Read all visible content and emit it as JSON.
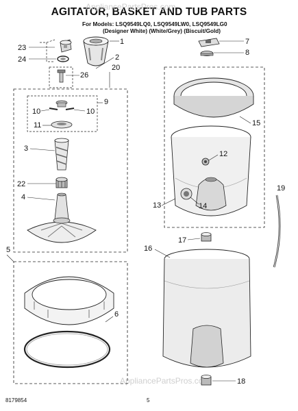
{
  "header": {
    "title": "AGITATOR, BASKET AND TUB PARTS",
    "models_line": "For Models: LSQ9549LQ0, LSQ9549LW0, LSQ9549LG0",
    "colors_line": "(Designer White)   (White/Grey)   (Biscuit/Gold)"
  },
  "footer": {
    "document_number": "8179854",
    "page_number": "5"
  },
  "watermark": "AppliancePartsPros.com",
  "callouts": {
    "c1": "1",
    "c2": "2",
    "c3": "3",
    "c4": "4",
    "c5": "5",
    "c6": "6",
    "c7": "7",
    "c8": "8",
    "c9": "9",
    "c10a": "10",
    "c10b": "10",
    "c11": "11",
    "c12": "12",
    "c13": "13",
    "c14": "14",
    "c15": "15",
    "c16": "16",
    "c17": "17",
    "c18": "18",
    "c19": "19",
    "c20": "20",
    "c22": "22",
    "c23": "23",
    "c24": "24",
    "c26": "26"
  },
  "colors": {
    "line": "#222222",
    "shade": "#bdbdbd",
    "light_shade": "#e2e2e2"
  }
}
